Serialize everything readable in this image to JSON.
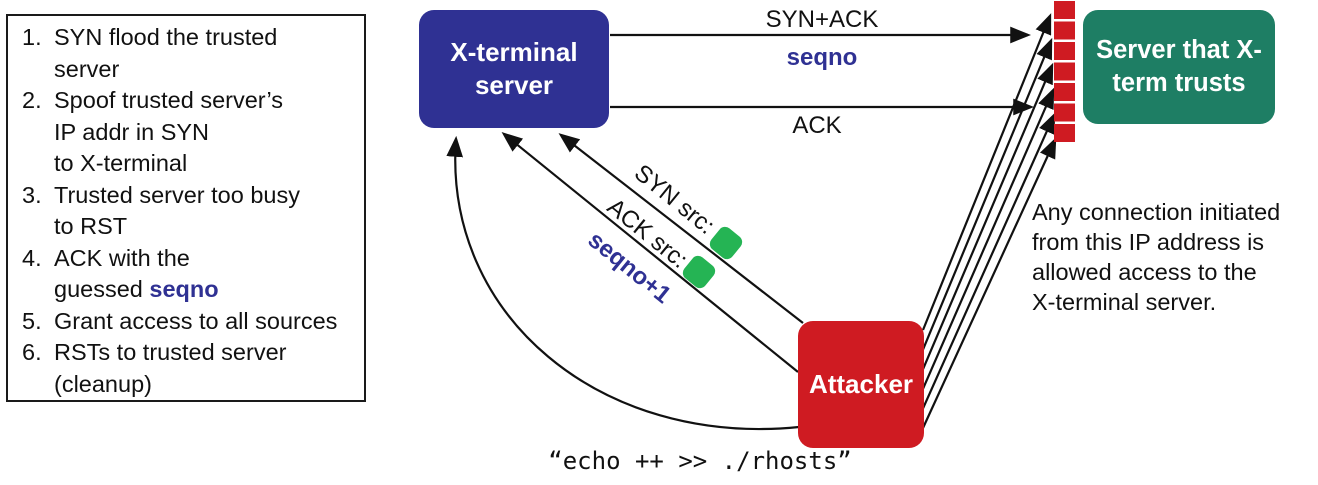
{
  "colors": {
    "blue": "#2f3193",
    "green": "#1e7e64",
    "red": "#cf1b22",
    "square_green": "#25b454",
    "ink": "#111111"
  },
  "steps": {
    "items": [
      {
        "num": "1.",
        "lines": [
          [
            {
              "t": "SYN flood the trusted"
            }
          ],
          [
            {
              "t": "server"
            }
          ]
        ]
      },
      {
        "num": "2.",
        "lines": [
          [
            {
              "t": "Spoof trusted server’s"
            }
          ],
          [
            {
              "t": "IP addr in SYN"
            }
          ],
          [
            {
              "t": "to X-terminal"
            }
          ]
        ]
      },
      {
        "num": "3.",
        "lines": [
          [
            {
              "t": "Trusted server too busy"
            }
          ],
          [
            {
              "t": "to RST"
            }
          ]
        ]
      },
      {
        "num": "4.",
        "lines": [
          [
            {
              "t": "ACK with the"
            }
          ],
          [
            {
              "t": "guessed "
            },
            {
              "t": "seqno",
              "em": true
            }
          ]
        ]
      },
      {
        "num": "5.",
        "lines": [
          [
            {
              "t": "Grant access to all sources"
            }
          ]
        ]
      },
      {
        "num": "6.",
        "lines": [
          [
            {
              "t": "RSTs to trusted server"
            }
          ],
          [
            {
              "t": "(cleanup)"
            }
          ]
        ]
      }
    ]
  },
  "nodes": {
    "xterm": {
      "lines": [
        "X-terminal",
        "server"
      ]
    },
    "trusted": {
      "lines": [
        "Server that X-",
        "term trusts"
      ]
    },
    "attacker": {
      "label": "Attacker"
    }
  },
  "arrows": {
    "syn_ack": "SYN+ACK",
    "seqno": "seqno",
    "ack": "ACK",
    "syn_src": "SYN src:",
    "ack_src": "ACK src:",
    "seqno_plus1": "seqno+1"
  },
  "notes": {
    "access": {
      "lines": [
        "Any connection initiated",
        "from this IP address is",
        "allowed access to the",
        "X-terminal server."
      ]
    },
    "command": "“echo ++ >> ./rhosts”"
  },
  "diagram": {
    "half_open_square_count": 7,
    "syn_flood_arrow_count": 6,
    "green_square_count": 2
  }
}
